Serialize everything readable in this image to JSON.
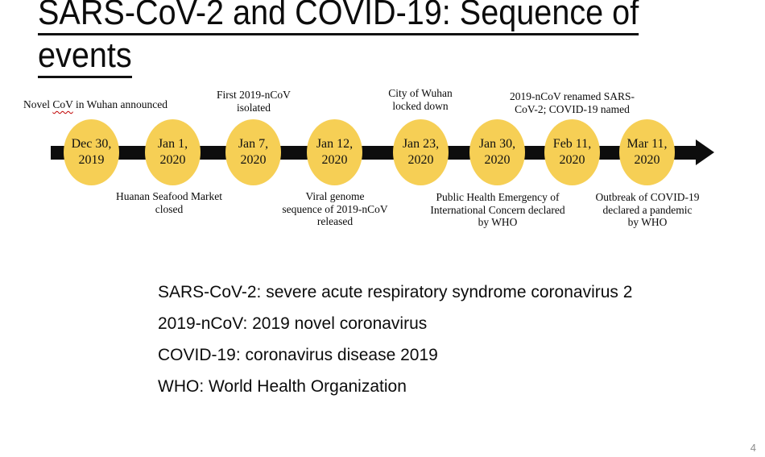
{
  "slide": {
    "title_line1": "SARS-CoV-2 and COVID-19: Sequence of",
    "title_line2": "events",
    "page_number": "4"
  },
  "colors": {
    "circle_fill": "#F6CF55",
    "timeline_black": "#0d0d0d",
    "spellcheck_squiggle_red": "#C00000",
    "page_number_gray": "#8e8e8e"
  },
  "timeline": {
    "events": [
      {
        "date_line1": "Dec 30,",
        "date_line2": "2019"
      },
      {
        "date_line1": "Jan 1,",
        "date_line2": "2020"
      },
      {
        "date_line1": "Jan 7,",
        "date_line2": "2020"
      },
      {
        "date_line1": "Jan 12,",
        "date_line2": "2020"
      },
      {
        "date_line1": "Jan 23,",
        "date_line2": "2020"
      },
      {
        "date_line1": "Jan 30,",
        "date_line2": "2020"
      },
      {
        "date_line1": "Feb 11,",
        "date_line2": "2020"
      },
      {
        "date_line1": "Mar 11,",
        "date_line2": "2020"
      }
    ],
    "annotation_novel": {
      "prefix": "Novel ",
      "flagged_word": "CoV",
      "suffix": " in Wuhan announced"
    },
    "annotations_above": [
      {
        "lines": [
          "First 2019-nCoV",
          "isolated"
        ]
      },
      {
        "lines": [
          "City of Wuhan",
          "locked down"
        ]
      },
      {
        "lines": [
          "2019-nCoV renamed SARS-",
          "CoV-2; COVID-19 named"
        ]
      }
    ],
    "annotations_below": [
      {
        "lines": [
          "Huanan Seafood Market",
          "closed"
        ]
      },
      {
        "lines": [
          "Viral genome",
          "sequence of 2019-nCoV",
          "released"
        ]
      },
      {
        "lines": [
          "Public Health Emergency of",
          "International Concern declared",
          "by WHO"
        ]
      },
      {
        "lines": [
          "Outbreak of COVID-19",
          "declared a pandemic",
          "by WHO"
        ]
      }
    ]
  },
  "definitions": {
    "lines": [
      "SARS-CoV-2: severe acute respiratory syndrome coronavirus 2",
      "2019-nCoV: 2019 novel coronavirus",
      "COVID-19: coronavirus disease 2019",
      "WHO: World Health Organization"
    ]
  }
}
